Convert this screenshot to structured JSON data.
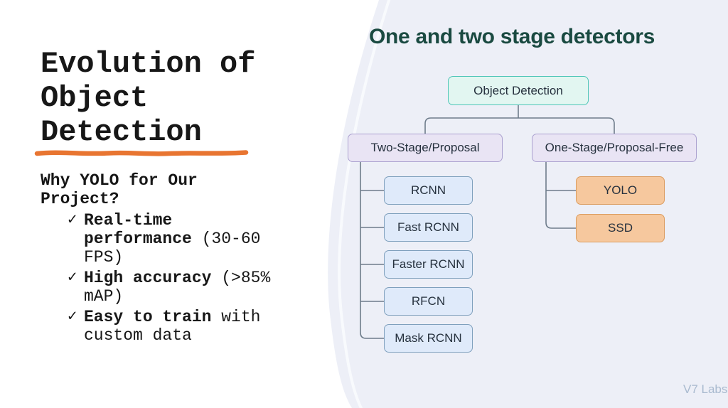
{
  "colors": {
    "left_text": "#171717",
    "accent": "#e87531",
    "card_bg": "#edeff7",
    "card_streak": "#f9fafd",
    "diagram_title": "#1a4a41",
    "node_text": "#26313e",
    "teal_fill": "#e2f6f1",
    "teal_border": "#4fc6b7",
    "purple_fill": "#e9e4f4",
    "purple_border": "#aba1d0",
    "blue_fill": "#dfeafa",
    "blue_border": "#7fa0bd",
    "orange_fill": "#f6c89e",
    "orange_border": "#db9c5f",
    "connector": "#6e7c8b",
    "brand": "#a9bacf"
  },
  "left_panel": {
    "title": "Evolution of Object Detection",
    "heading": "Why YOLO for Our Project?",
    "bullets": [
      {
        "check": "✓",
        "segments": [
          {
            "text": "Real-time performance",
            "bold": true
          },
          {
            "text": " (30-60 FPS)",
            "bold": false
          }
        ]
      },
      {
        "check": "✓",
        "segments": [
          {
            "text": "High accuracy",
            "bold": true
          },
          {
            "text": " (>85% mAP)",
            "bold": false
          }
        ]
      },
      {
        "check": "✓",
        "segments": [
          {
            "text": "Easy to train",
            "bold": true
          },
          {
            "text": " with custom data",
            "bold": false
          }
        ]
      }
    ]
  },
  "diagram": {
    "title": "One and two stage detectors",
    "root": "Object Detection",
    "two_stage": {
      "label": "Two-Stage/Proposal",
      "children": [
        "RCNN",
        "Fast RCNN",
        "Faster RCNN",
        "RFCN",
        "Mask RCNN"
      ]
    },
    "one_stage": {
      "label": "One-Stage/Proposal-Free",
      "children": [
        "YOLO",
        "SSD"
      ]
    }
  },
  "footer": {
    "brand": "V7 Labs"
  }
}
